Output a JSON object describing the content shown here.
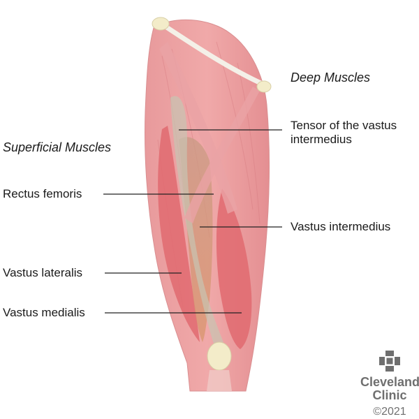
{
  "headings": {
    "superficial": "Superficial Muscles",
    "deep": "Deep Muscles"
  },
  "labels": {
    "tensor_line1": "Tensor of the vastus",
    "tensor_line2": "intermedius",
    "rectus_femoris": "Rectus femoris",
    "vastus_intermedius": "Vastus intermedius",
    "vastus_lateralis": "Vastus lateralis",
    "vastus_medialis": "Vastus medialis"
  },
  "brand": {
    "name_line1": "Cleveland",
    "name_line2": "Clinic",
    "copyright": "©2021"
  },
  "colors": {
    "muscle": "#e0787c",
    "muscle_light": "#f2b3b3",
    "tendon": "#c9c2a6",
    "bone": "#f3ecc9",
    "leader_line": "#222222",
    "brand": "#6f6f6f"
  }
}
